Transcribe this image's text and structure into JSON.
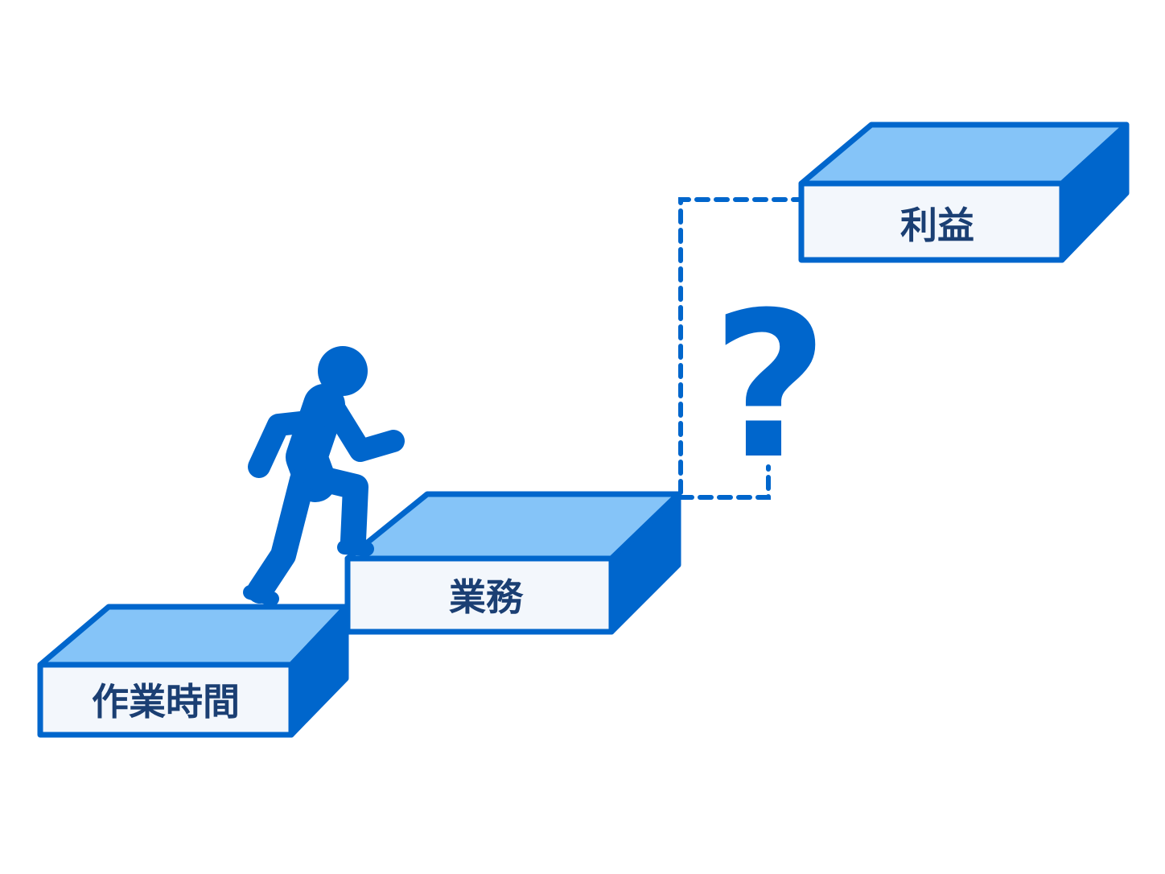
{
  "colors": {
    "primary": "#0066cc",
    "step_top": "#85c4f8",
    "step_front": "#f3f7fc",
    "label_text": "#1b3f73"
  },
  "steps": [
    {
      "label": "作業時間"
    },
    {
      "label": "業務"
    },
    {
      "label": "利益"
    }
  ],
  "question": {
    "symbol": "?"
  },
  "icons": {
    "climber": "person-climbing-icon",
    "question": "question-mark-icon"
  }
}
